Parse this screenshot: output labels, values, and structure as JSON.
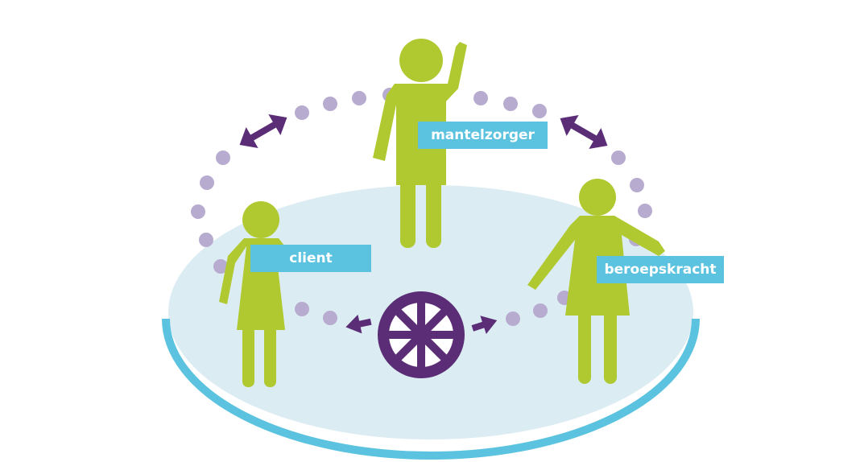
{
  "labels": {
    "client": "client",
    "mantelzorger": "mantelzorger",
    "beroepskracht": "beroepskracht"
  },
  "colors": {
    "figure": "#b1c930",
    "label_background": "#5bc3df",
    "arrow": "#5a2d76",
    "dots": "#b7abd0",
    "floor": "#dcecf3",
    "floor_edge": "#5bc3df",
    "wheel": "#5a2d76"
  },
  "icons": [
    "person-woman-icon",
    "person-man-raised-hand-icon",
    "person-woman-pointing-icon",
    "wheel-icon",
    "double-arrow-icon",
    "arrow-icon"
  ]
}
